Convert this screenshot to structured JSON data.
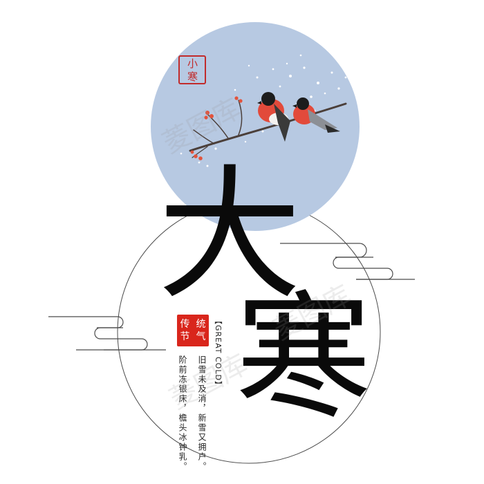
{
  "title": {
    "first_char": "大",
    "second_char": "寒"
  },
  "seal_top": [
    "小",
    "寒"
  ],
  "red_seal": [
    "传",
    "统",
    "节",
    "气"
  ],
  "english_label": "【GREAT COLD】",
  "poem": {
    "col1": "旧雪未及消，新雪又拥户。",
    "col2": "阶前冻银床，檐头冰钟乳。"
  },
  "watermark": "菱图库",
  "colors": {
    "moon": "#b7c9e2",
    "seal_red": "#d9261c",
    "ink": "#0a0a0a",
    "line": "#4a4a4a"
  }
}
